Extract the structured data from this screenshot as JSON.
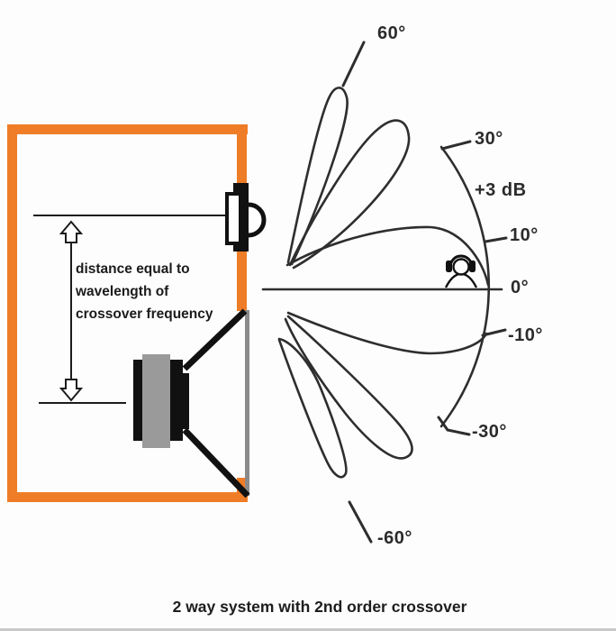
{
  "figure": {
    "caption": "2 way system with 2nd order crossover",
    "annotation": {
      "line1": "distance equal to",
      "line2": "wavelength of",
      "line3": "crossover frequency"
    },
    "polar_labels": {
      "p60": "60°",
      "p30": "30°",
      "db": "+3 dB",
      "p10": "10°",
      "zero": "0°",
      "m10": "-10°",
      "m30": "-30°",
      "m60": "-60°"
    },
    "icons": {
      "listener": "listener-with-headphones-icon",
      "arrow_up": "hollow-arrow-up-icon",
      "arrow_down": "hollow-arrow-down-icon"
    },
    "colors": {
      "cabinet_orange": "#EF7D27",
      "magnet_gray": "#9A9A9A",
      "baffle_gray": "#8A8A8A",
      "line_dark": "#2E2E2E"
    }
  }
}
